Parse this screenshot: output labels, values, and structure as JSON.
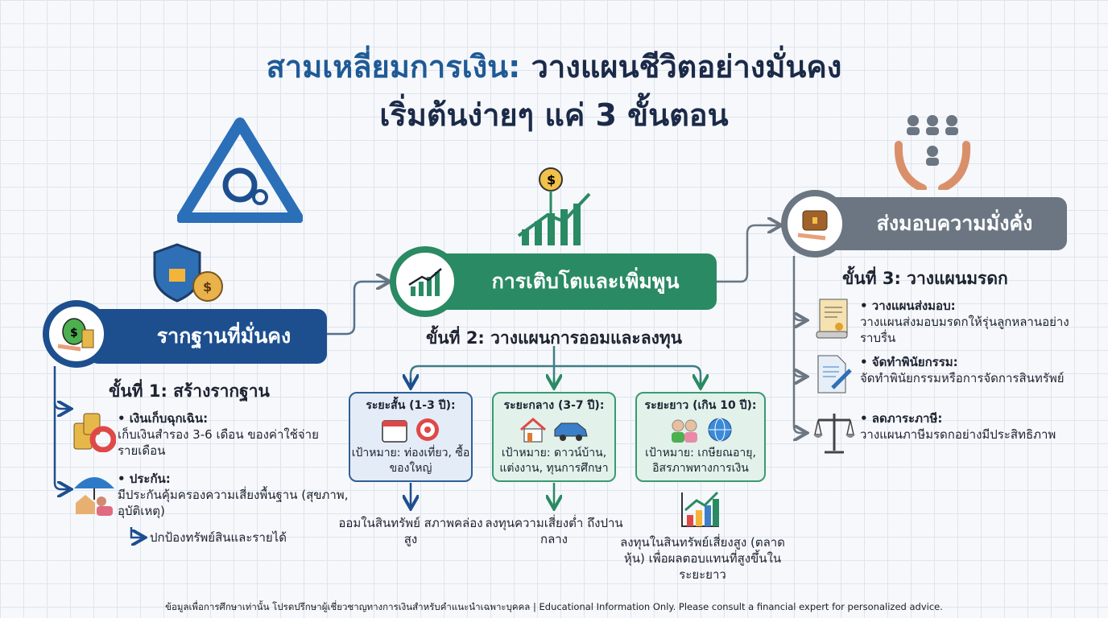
{
  "title": {
    "line1_highlight": "สามเหลี่ยมการเงิน:",
    "line1_rest": " วางแผนชีวิตอย่างมั่นคง",
    "line2": "เริ่มต้นง่ายๆ แค่ 3 ขั้นตอน"
  },
  "colors": {
    "step1": "#1d4f8f",
    "step2": "#2a8a63",
    "step3": "#6b7682",
    "title_highlight": "#1f5a96",
    "title": "#1b2a48"
  },
  "step1": {
    "label": "รากฐานที่มั่นคง",
    "heading": "ขั้นที่ 1: สร้างรากฐาน",
    "icon": "money-bag-hand-icon",
    "items": [
      {
        "title": "• เงินเก็บฉุกเฉิน:",
        "text": "เก็บเงินสำรอง 3-6 เดือน ของค่าใช้จ่ายรายเดือน",
        "icon": "coins-lifebuoy-icon"
      },
      {
        "title": "• ประกัน:",
        "text": "มีประกันคุ้มครองความเสี่ยงพื้นฐาน (สุขภาพ, อุบัติเหตุ)",
        "icon": "umbrella-family-icon"
      }
    ],
    "note": "ปกป้องทรัพย์สินและรายได้"
  },
  "step2": {
    "label": "การเติบโตและเพิ่มพูน",
    "heading": "ขั้นที่ 2: วางแผนการออมและลงทุน",
    "icon": "growth-chart-icon",
    "boxes": [
      {
        "title": "ระยะสั้น (1-3 ปี):",
        "goal": "เป้าหมาย: ท่องเที่ยว, ซื้อของใหญ่",
        "icons": [
          "calendar-icon",
          "target-icon"
        ],
        "result": "ออมในสินทรัพย์ สภาพคล่องสูง"
      },
      {
        "title": "ระยะกลาง (3-7 ปี):",
        "goal": "เป้าหมาย: ดาวน์บ้าน, แต่งงาน, ทุนการศึกษา",
        "icons": [
          "house-icon",
          "car-icon"
        ],
        "result": "ลงทุนความเสี่ยงต่ำ ถึงปานกลาง"
      },
      {
        "title": "ระยะยาว (เกิน 10 ปี):",
        "goal": "เป้าหมาย: เกษียณอายุ, อิสรภาพทางการเงิน",
        "icons": [
          "elderly-couple-icon",
          "globe-icon"
        ],
        "result": "ลงทุนในสินทรัพย์เสี่ยงสูง (ตลาดหุ้น) เพื่อผลตอบแทนที่สูงขึ้นในระยะยาว"
      }
    ]
  },
  "step3": {
    "label": "ส่งมอบความมั่งคั่ง",
    "heading": "ขั้นที่ 3: วางแผนมรดก",
    "icon": "treasure-chest-hand-icon",
    "items": [
      {
        "title": "• วางแผนส่งมอบ:",
        "text": "วางแผนส่งมอบมรดกให้รุ่นลูกหลานอย่างราบรื่น",
        "icon": "scroll-icon"
      },
      {
        "title": "• จัดทำพินัยกรรม:",
        "text": "จัดทำพินัยกรรมหรือการจัดการสินทรัพย์",
        "icon": "document-pen-icon"
      },
      {
        "title": "• ลดภาระภาษี:",
        "text": "วางแผนภาษีมรดกอย่างมีประสิทธิภาพ",
        "icon": "scales-icon"
      }
    ]
  },
  "footer": "ข้อมูลเพื่อการศึกษาเท่านั้น โปรดปรึกษาผู้เชี่ยวชาญทางการเงินสำหรับคำแนะนำเฉพาะบุคคล | Educational Information Only. Please consult a financial expert for personalized advice."
}
